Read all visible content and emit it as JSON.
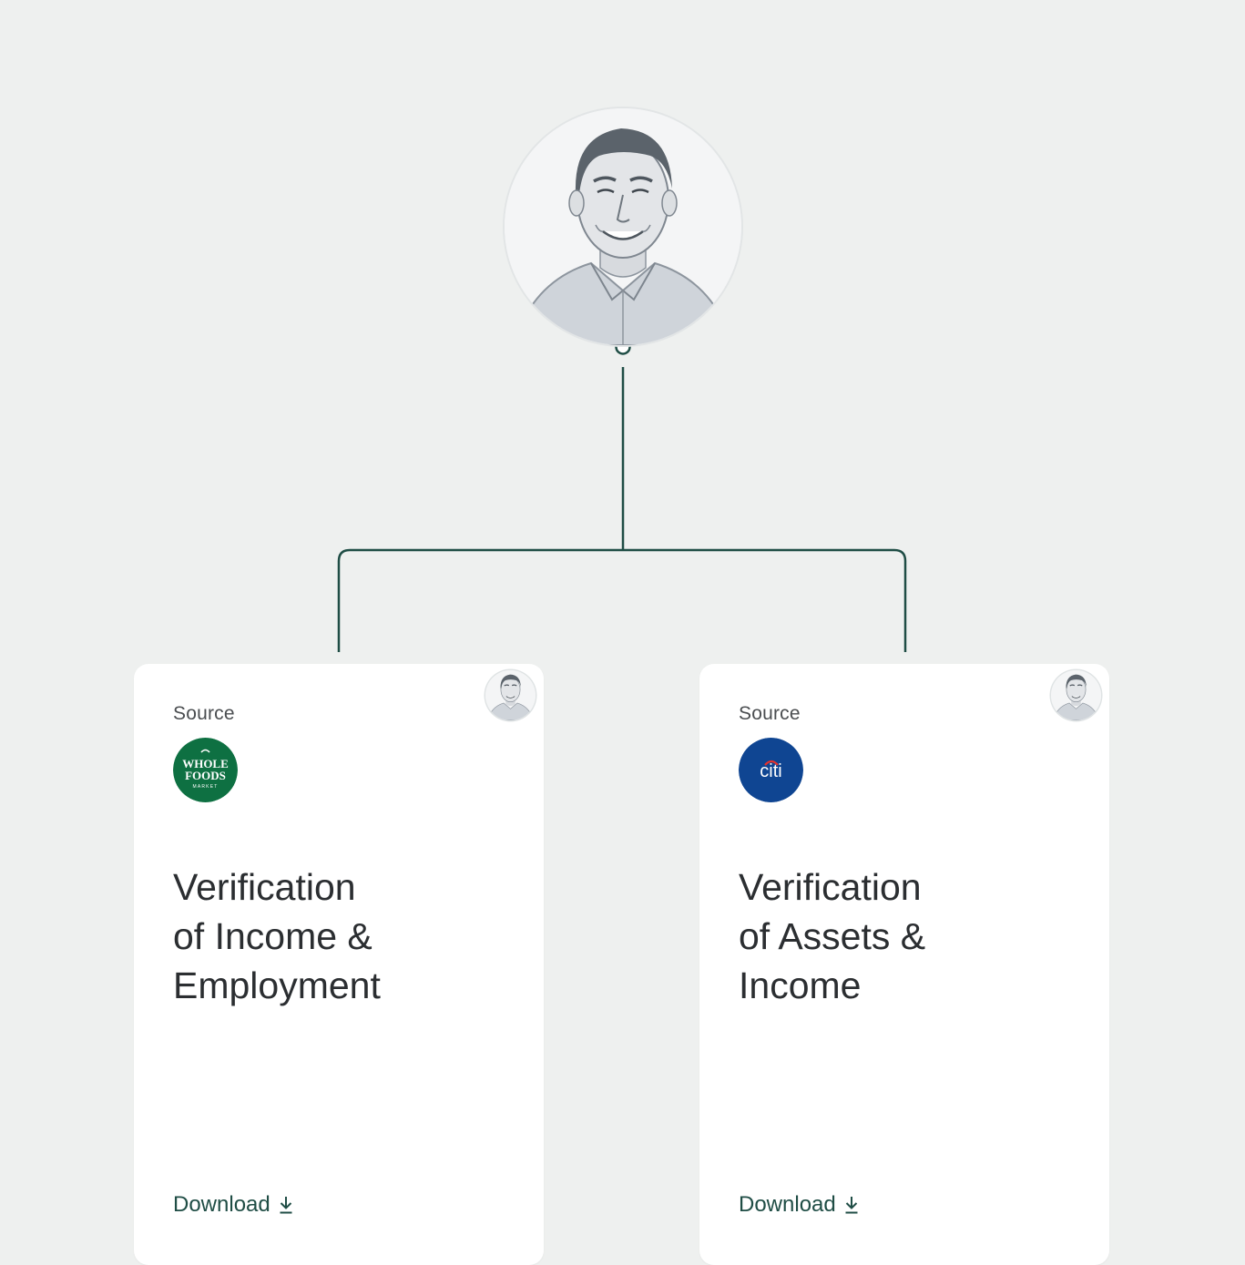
{
  "profile": {
    "avatar": "person-portrait-illustration"
  },
  "colors": {
    "background": "#eef0ef",
    "connector": "#1f4d45",
    "card": "#ffffff",
    "whole_foods_green": "#0e7042",
    "citi_blue": "#0f4592",
    "citi_red": "#e5322d"
  },
  "cards": [
    {
      "source_label": "Source",
      "logo": {
        "icon": "whole-foods-logo",
        "line1": "WHOLE",
        "line2": "FOODS",
        "line3": "MARKET"
      },
      "title_lines": [
        "Verification",
        "of Income &",
        "Employment"
      ],
      "download_label": "Download",
      "download_icon": "download-icon"
    },
    {
      "source_label": "Source",
      "logo": {
        "icon": "citi-logo",
        "text": "citi"
      },
      "title_lines": [
        "Verification",
        "of Assets &",
        "Income"
      ],
      "download_label": "Download",
      "download_icon": "download-icon"
    }
  ]
}
